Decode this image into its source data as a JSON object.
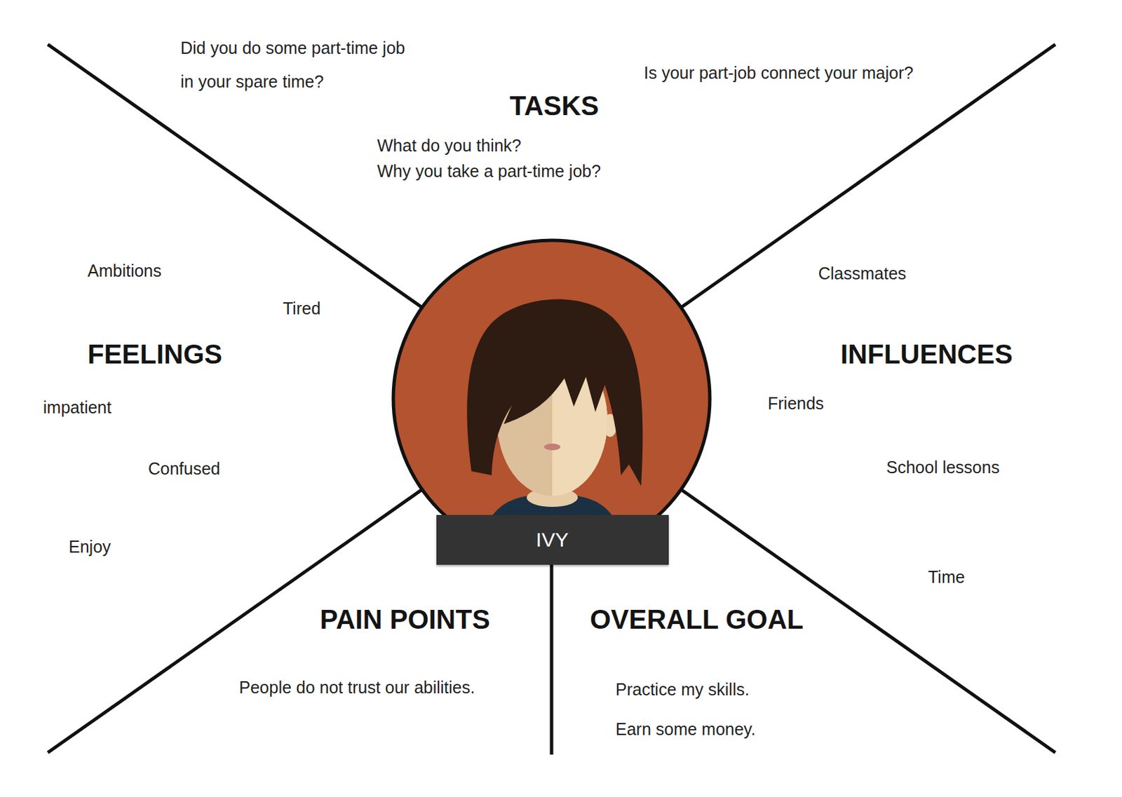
{
  "diagram": {
    "nodes": [
      {
        "text": [
          "IVY"
        ]
      }
    ],
    "labels": [
      "Did you do some part-time job in your spare time?",
      "Is your part-job connect your major?",
      "TASKS",
      "What do you think?",
      "Why you take a part-time job?",
      "Ambitions",
      "Classmates",
      "Tired",
      "FEELINGS",
      "INFLUENCES",
      "impatient",
      "Friends",
      "Confused",
      "School lessons",
      "Enjoy",
      "Time",
      "PAIN POINTS",
      "OVERALL GOAL",
      "People do not trust our abilities.",
      "Practice my skills.",
      "Earn some money."
    ]
  }
}
